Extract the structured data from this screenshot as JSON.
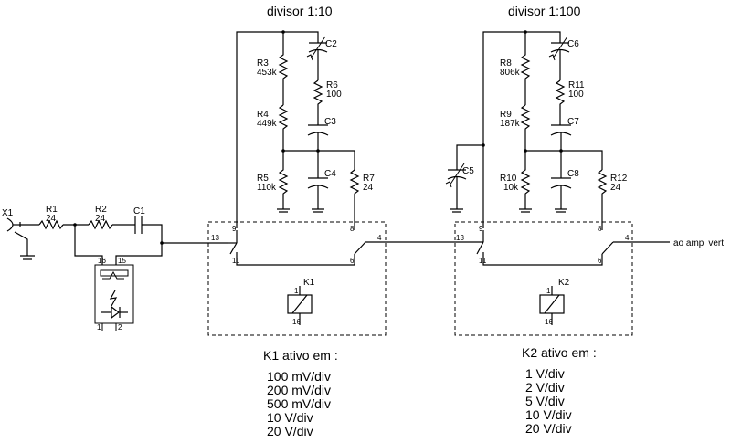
{
  "titles": {
    "left": "divisor 1:10",
    "right": "divisor 1:100"
  },
  "input_connector": "X1",
  "components": {
    "R1": {
      "ref": "R1",
      "value": "24"
    },
    "R2": {
      "ref": "R2",
      "value": "24"
    },
    "C1": {
      "ref": "C1"
    },
    "R3": {
      "ref": "R3",
      "value": "453k"
    },
    "R4": {
      "ref": "R4",
      "value": "449k"
    },
    "R5": {
      "ref": "R5",
      "value": "110k"
    },
    "R6": {
      "ref": "R6",
      "value": "100"
    },
    "R7": {
      "ref": "R7",
      "value": "24"
    },
    "C2": {
      "ref": "C2"
    },
    "C3": {
      "ref": "C3"
    },
    "C4": {
      "ref": "C4"
    },
    "R8": {
      "ref": "R8",
      "value": "806k"
    },
    "R9": {
      "ref": "R9",
      "value": "187k"
    },
    "R10": {
      "ref": "R10",
      "value": "10k"
    },
    "R11": {
      "ref": "R11",
      "value": "100"
    },
    "R12": {
      "ref": "R12",
      "value": "24"
    },
    "C5": {
      "ref": "C5"
    },
    "C6": {
      "ref": "C6"
    },
    "C7": {
      "ref": "C7"
    },
    "C8": {
      "ref": "C8"
    },
    "K1": {
      "ref": "K1"
    },
    "K2": {
      "ref": "K2"
    }
  },
  "pins": {
    "relay_a": [
      "9",
      "13",
      "11",
      "8",
      "4",
      "6",
      "1",
      "16"
    ],
    "relay_b": [
      "9",
      "13",
      "11",
      "8",
      "4",
      "6",
      "1",
      "16"
    ],
    "protector": [
      "16",
      "15",
      "1",
      "2"
    ]
  },
  "output_label": "ao ampl vert",
  "k1_info": {
    "heading": "K1 ativo em :",
    "ranges": [
      "100 mV/div",
      "200 mV/div",
      "500 mV/div",
      "10 V/div",
      "20 V/div"
    ]
  },
  "k2_info": {
    "heading": "K2 ativo em :",
    "ranges": [
      "1 V/div",
      "2 V/div",
      "5 V/div",
      "10 V/div",
      "20 V/div"
    ]
  }
}
